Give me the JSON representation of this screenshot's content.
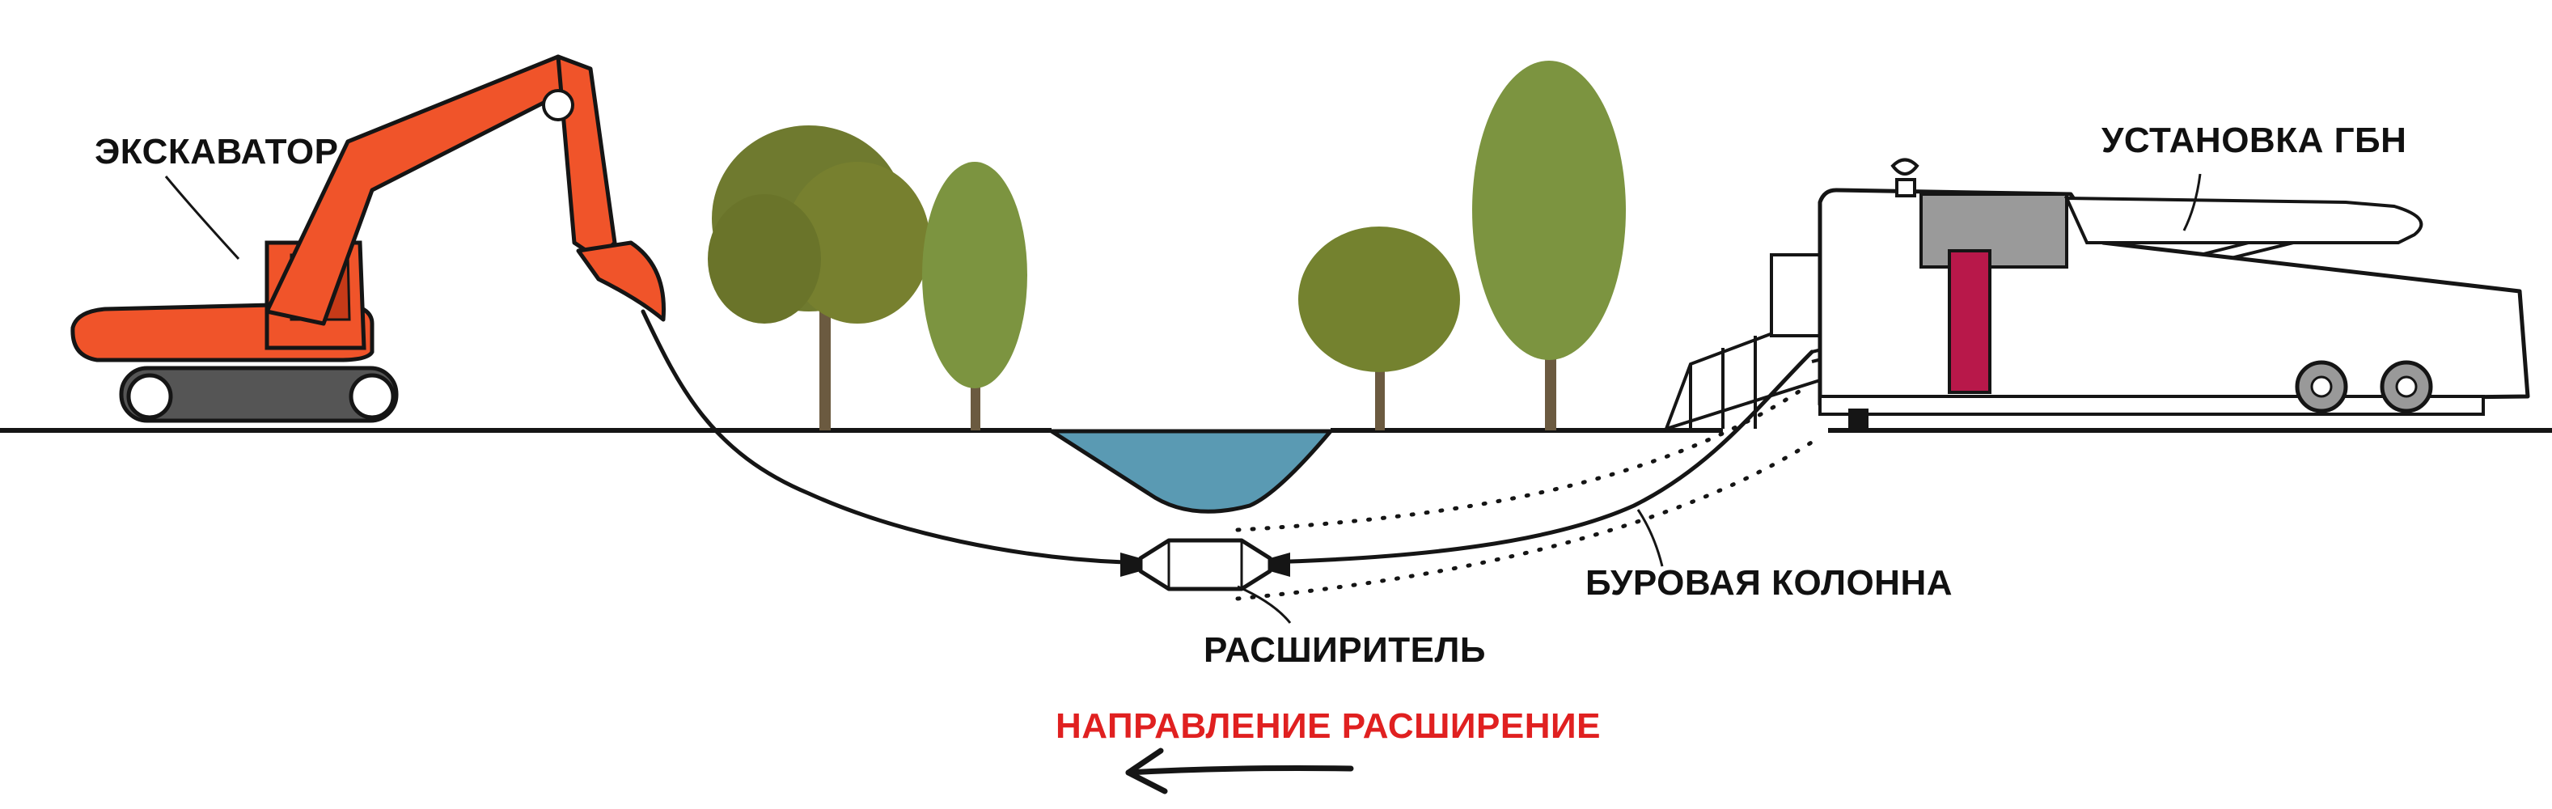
{
  "labels": {
    "excavator": "ЭКСКАВАТОР",
    "hdd_rig": "УСТАНОВКА ГБН",
    "drill_string": "БУРОВАЯ КОЛОННА",
    "reamer": "РАСШИРИТЕЛЬ",
    "direction": "НАПРАВЛЕНИЕ РАСШИРЕНИЕ"
  },
  "colors": {
    "excavator_body": "#f0542a",
    "excavator_dark": "#c63a18",
    "track": "#555555",
    "water": "#5a9ab3",
    "tree_dark": "#6f7a2f",
    "tree_light": "#7c9440",
    "rig_column": "#b8184a",
    "rig_gray": "#9a9a9a",
    "direction_text": "#e02020",
    "line": "#151515"
  },
  "icons": {
    "direction_arrow": "left-arrow-icon",
    "reamer": "reamer-icon",
    "excavator": "excavator-icon",
    "rig": "hdd-rig-icon"
  }
}
